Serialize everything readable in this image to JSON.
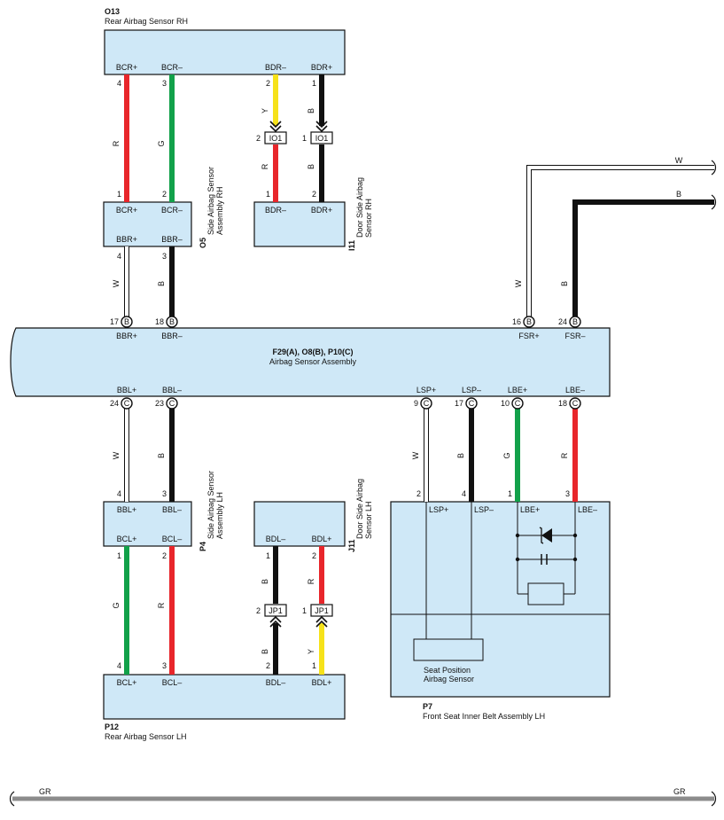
{
  "colors": {
    "box_fill": "#cfe8f7",
    "red": "#e8262b",
    "green": "#12a14a",
    "yellow": "#f6e21a",
    "black": "#111111",
    "gray": "#8c8c8c",
    "white_wire": "#ffffff"
  },
  "components": {
    "o13": {
      "code": "O13",
      "name": "Rear Airbag Sensor RH",
      "pins": [
        "BCR+",
        "BCR–",
        "BDR–",
        "BDR+"
      ]
    },
    "o5": {
      "code": "O5",
      "name_line1": "Side Airbag Sensor",
      "name_line2": "Assembly RH",
      "pins": [
        "BCR+",
        "BCR–",
        "BBR+",
        "BBR–"
      ]
    },
    "i11": {
      "code": "I11",
      "name_line1": "Door Side Airbag",
      "name_line2": "Sensor RH",
      "pins": [
        "BDR–",
        "BDR+"
      ]
    },
    "main": {
      "code": "F29(A), O8(B), P10(C)",
      "name": "Airbag Sensor Assembly",
      "top_pins": [
        "BBR+",
        "BBR–",
        "FSR+",
        "FSR–"
      ],
      "bottom_pins": [
        "BBL+",
        "BBL–",
        "LSP+",
        "LSP–",
        "LBE+",
        "LBE–"
      ]
    },
    "p4": {
      "code": "P4",
      "name_line1": "Side Airbag Sensor",
      "name_line2": "Assembly LH",
      "pins": [
        "BBL+",
        "BBL–",
        "BCL+",
        "BCL–"
      ]
    },
    "j11": {
      "code": "J11",
      "name_line1": "Door Side Airbag",
      "name_line2": "Sensor LH",
      "pins": [
        "BDL–",
        "BDL+"
      ]
    },
    "p12": {
      "code": "P12",
      "name": "Rear Airbag Sensor LH",
      "pins": [
        "BCL+",
        "BCL–",
        "BDL–",
        "BDL+"
      ]
    },
    "p7": {
      "code": "P7",
      "name": "Front Seat Inner Belt Assembly LH",
      "pins": [
        "LSP+",
        "LSP–",
        "LBE+",
        "LBE–"
      ],
      "inner_line1": "Seat Position",
      "inner_line2": "Airbag Sensor"
    }
  },
  "connectors": {
    "io1": "IO1",
    "jp1": "JP1"
  },
  "pin_numbers": {
    "o13": [
      "4",
      "3",
      "2",
      "1"
    ],
    "io1_left": "2",
    "io1_right": "1",
    "o5_top": [
      "1",
      "2"
    ],
    "o5_bottom": [
      "4",
      "3"
    ],
    "i11": [
      "1",
      "2"
    ],
    "main_top": [
      "17",
      "18",
      "16",
      "24"
    ],
    "main_top_conn": [
      "B",
      "B",
      "B",
      "B"
    ],
    "main_bottom": [
      "24",
      "23",
      "9",
      "17",
      "10",
      "18"
    ],
    "main_bottom_conn": [
      "C",
      "C",
      "C",
      "C",
      "C",
      "C"
    ],
    "p4_top": [
      "4",
      "3"
    ],
    "p4_bottom": [
      "1",
      "2"
    ],
    "j11": [
      "1",
      "2"
    ],
    "jp1_left": "2",
    "jp1_right": "1",
    "p12": [
      "4",
      "3",
      "2",
      "1"
    ],
    "p7": [
      "2",
      "4",
      "1",
      "3"
    ]
  },
  "wire_colors": {
    "o13_o5": [
      "R",
      "G"
    ],
    "o13_io1": [
      "Y",
      "B"
    ],
    "io1_i11": [
      "R",
      "B"
    ],
    "o5_main": [
      "W",
      "B"
    ],
    "fsr": [
      "W",
      "B"
    ],
    "fsr_top_w": "W",
    "fsr_top_b": "B",
    "main_p4": [
      "W",
      "B"
    ],
    "main_p7": [
      "W",
      "B",
      "G",
      "R"
    ],
    "p4_p12": [
      "G",
      "R"
    ],
    "j11_jp1": [
      "B",
      "R"
    ],
    "jp1_p12": [
      "B",
      "Y"
    ],
    "ground_left": "GR",
    "ground_right": "GR"
  }
}
